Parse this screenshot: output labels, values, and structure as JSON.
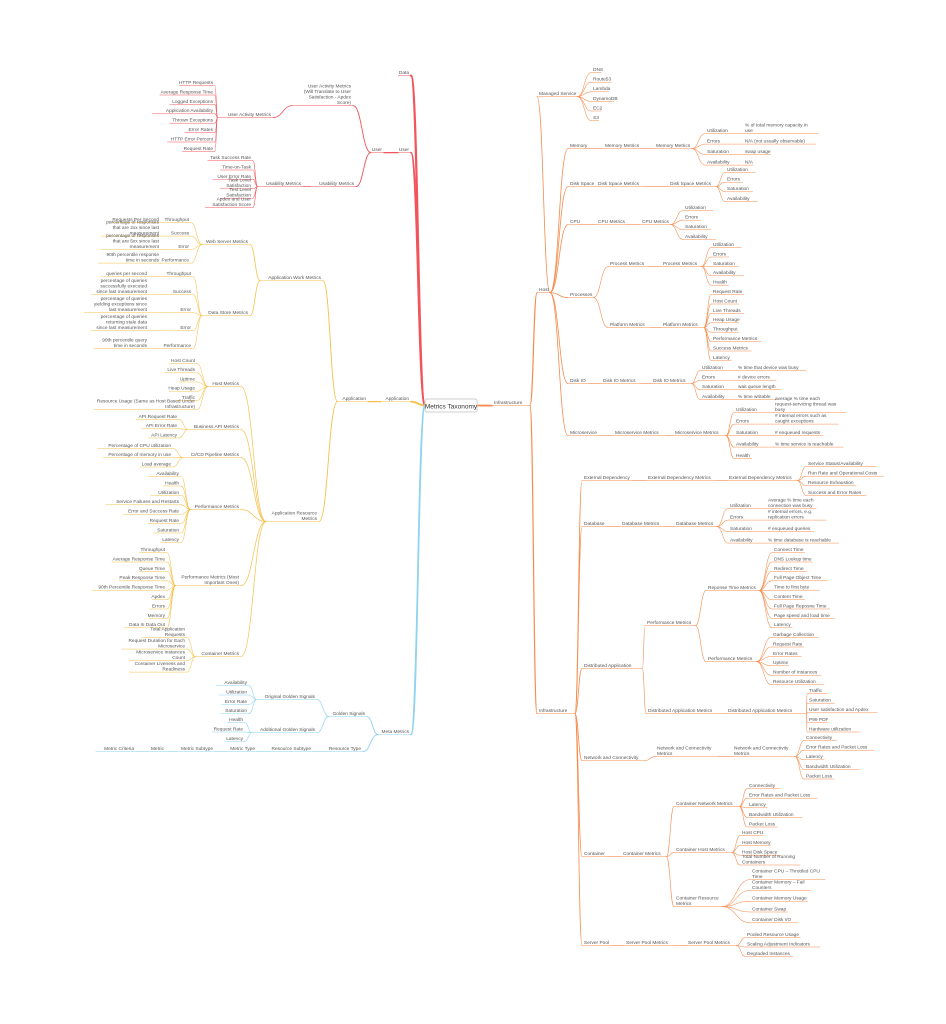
{
  "root": "Metrics Taxonomy",
  "colors": {
    "data": "#f2545b",
    "user": "#f2545b",
    "application": "#f6c04a",
    "meta": "#8fd3f0",
    "infrastructure": "#f58b4c",
    "text": "#555555",
    "root_border": "#cfcfcf"
  },
  "branches": {
    "data": "Data",
    "user": {
      "label": "User",
      "sub": "User",
      "activity": {
        "parent": "User Activity Metrics (Will Translate to User Satisfaction - Apdex Score)",
        "group": "User Activity Metrics",
        "items": [
          "HTTP Requests",
          "Average Response Time",
          "Logged Exceptions",
          "Application Availability",
          "Thrown Exceptions",
          "Error Rates",
          "HTTP Error Percent",
          "Request Rate"
        ]
      },
      "usability": {
        "group": "Usability Metrics",
        "sub": "Usability Metrics",
        "items": [
          "Task Success Rate",
          "Time-on-Task",
          "User Error Rate",
          "Task Level Satisfaction",
          "Test Level Satisfaction",
          "Apdex and User Satisfaction Score"
        ]
      }
    },
    "application": {
      "label": "Application",
      "sub": "Application",
      "work": {
        "label": "Application Work Metrics",
        "web": {
          "label": "Web Server Metrics",
          "rows": [
            {
              "k": "Throughput",
              "v": "Requests Per Second"
            },
            {
              "k": "Success",
              "v": "percentage of responses that are 2xx since last measurement"
            },
            {
              "k": "Error",
              "v": "percentage of responses that are 5xx since last measurement"
            },
            {
              "k": "Performance",
              "v": "90th percentile response time in seconds"
            }
          ]
        },
        "ds": {
          "label": "Data Store Metrics",
          "rows": [
            {
              "k": "Throughput",
              "v": "queries per second"
            },
            {
              "k": "Success",
              "v": "percentage of queries successfully executed since last measurement"
            },
            {
              "k": "Error",
              "v": "percentage of queries yielding exceptions since last measurement"
            },
            {
              "k": "Error",
              "v": "percentage of queries returning stale data since last measurement"
            },
            {
              "k": "Performance",
              "v": "90th percentile query time in seconds"
            }
          ]
        }
      },
      "resource": {
        "label": "Application Resource Metrics",
        "host": {
          "label": "Host Metrics",
          "items": [
            "Host Count",
            "Live Threads",
            "Uptime",
            "Heap Usage",
            "Traffic",
            "Resource Usage (Same as Host Based Under Infrastructure)"
          ]
        },
        "bapi": {
          "label": "Business API Metrics",
          "items": [
            "API Request Rate",
            "API Error Rate",
            "API Latency"
          ]
        },
        "cicd": {
          "label": "CI/CD Pipeline Metrics",
          "items": [
            "Percentage of CPU utilization",
            "Percentage of memory in use",
            "Load average"
          ]
        },
        "perf": {
          "label": "Performance Metrics",
          "items": [
            "Availability",
            "Health",
            "Utilization",
            "Service Failures and Restarts",
            "Error and Success Rate",
            "Request Rate",
            "Saturation",
            "Latency"
          ]
        },
        "perfm": {
          "label": "Performance Metrics (Most Important Ones)",
          "items": [
            "Throughput",
            "Average Response Time",
            "Queue Time",
            "Peak Response Time",
            "90th Percentile Response Time",
            "Apdex",
            "Errors",
            "Memory",
            "Data In Data Out"
          ]
        },
        "cont": {
          "label": "Container Metrics",
          "items": [
            "Total Application Requests",
            "Request Duration for Each Microservice",
            "Microservice Instances Count",
            "Container Liveness and Readiness"
          ]
        }
      }
    },
    "meta": {
      "label": "Meta Metrics",
      "golden": {
        "label": "Golden Signals",
        "original": {
          "label": "Original Golden Signals",
          "items": [
            "Availability",
            "Utilization",
            "Error Rate",
            "Saturation"
          ]
        },
        "additional": {
          "label": "Additional Golden Signals",
          "items": [
            "Health",
            "Request Rate",
            "Latency"
          ]
        }
      },
      "chain": [
        "Metric Criteria",
        "Metric",
        "Metric Subtype",
        "Metric Type",
        "Resource Subtype",
        "Resource Type"
      ]
    },
    "infrastructure": {
      "label": "Infrastructure",
      "host": {
        "label": "Host",
        "managed": {
          "label": "Managed Service",
          "items": [
            "DNS",
            "Route53",
            "Lambda",
            "DynamoDB",
            "EC2",
            "S3"
          ]
        },
        "memory": {
          "a": "Memory",
          "b": "Memory Metrics",
          "c": "Memory Metrics",
          "rows": [
            {
              "k": "Utilization",
              "v": "% of total memory capacity in use"
            },
            {
              "k": "Errors",
              "v": "N/A (not usually observable)"
            },
            {
              "k": "Saturation",
              "v": "swap usage"
            },
            {
              "k": "Availability",
              "v": "N/A"
            }
          ]
        },
        "disk": {
          "a": "Disk Space",
          "b": "Disk Space Metrics",
          "c": "Disk Space Metrics",
          "items": [
            "Utilization",
            "Errors",
            "Saturation",
            "Availability"
          ]
        },
        "cpu": {
          "a": "CPU",
          "b": "CPU Metrics",
          "c": "CPU Metrics",
          "items": [
            "Utilization",
            "Errors",
            "Saturation",
            "Availability"
          ]
        },
        "processes": {
          "label": "Processes",
          "process": {
            "b": "Process Metrics",
            "c": "Process Metrics",
            "items": [
              "Utilization",
              "Errors",
              "Saturation",
              "Availability",
              "Health"
            ]
          },
          "platform": {
            "b": "Platform Metrics",
            "c": "Platform Metrics",
            "items": [
              "Request Rate",
              "Host Count",
              "Live Threads",
              "Heap Usage",
              "Throughput",
              "Performance Metrics",
              "Success Metrics",
              "Latency"
            ]
          }
        },
        "diskio": {
          "a": "Disk IO",
          "b": "Disk IO Metrics",
          "c": "Disk IO Metrics",
          "rows": [
            {
              "k": "Utilization",
              "v": "% time that device was busy"
            },
            {
              "k": "Errors",
              "v": "# device errors"
            },
            {
              "k": "Saturation",
              "v": "wait queue length"
            },
            {
              "k": "Availability",
              "v": "% time writable"
            }
          ]
        },
        "micro": {
          "a": "Microservice",
          "b": "Microservice Metrics",
          "c": "Microservice Metrics",
          "rows": [
            {
              "k": "Utilization",
              "v": "average % time each request-servicing thread was busy"
            },
            {
              "k": "Errors",
              "v": "# internal errors such as caught exceptions"
            },
            {
              "k": "Saturation",
              "v": "# enqueued requests"
            },
            {
              "k": "Availability",
              "v": "% time service is reachable"
            },
            {
              "k": "Health",
              "v": ""
            }
          ]
        }
      },
      "infra": {
        "label": "Infrastructure",
        "external": {
          "a": "External Dependency",
          "b": "External Dependency Metrics",
          "c": "External Dependency Metrics",
          "items": [
            "Service Status/Availability",
            "Run Rate and Operational Costs",
            "Resource Exhaustion",
            "Success and Error Rates"
          ]
        },
        "database": {
          "a": "Database",
          "b": "Database Metrics",
          "c": "Database Metrics",
          "rows": [
            {
              "k": "Utilization",
              "v": "Average % time each connection was busy"
            },
            {
              "k": "Errors",
              "v": "# internal errors, e.g. replication errors"
            },
            {
              "k": "Saturation",
              "v": "# enqueued queries"
            },
            {
              "k": "Availability",
              "v": "% time database is reachable"
            }
          ]
        },
        "distributed": {
          "label": "Distributed Application",
          "perf": {
            "label": "Performance Metrics",
            "rt": {
              "label": "Reponse Time Metrics",
              "items": [
                "Connect Time",
                "DNS Lookup time",
                "Redirect Time",
                "Full Page Object Time",
                "Time to first byte",
                "Content Time",
                "Full Page Reposne Time",
                "Page speed and load time",
                "Latency"
              ]
            },
            "pm": {
              "label": "Performance Metrics",
              "items": [
                "Garbage Collection",
                "Request Rate",
                "Error Rates",
                "Uptime",
                "Number of Instances",
                "Resource Utilization"
              ]
            }
          },
          "dam": {
            "a": "Distributed Application Metrics",
            "b": "Distributed Application Metrics",
            "items": [
              "Traffic",
              "Saturation",
              "User satisfaction and Apdex",
              "P99 PDF",
              "Hardware utilization"
            ]
          }
        },
        "network": {
          "a": "Network and Connectivity",
          "b": "Network and Connectivity Metrics",
          "c": "Network and Connectivity Metrics",
          "items": [
            "Connectivity",
            "Error Rates and Packet Loss",
            "Latency",
            "Bandwidth Utilization",
            "Packet Loss"
          ]
        },
        "container": {
          "a": "Container",
          "b": "Container Metrics",
          "net": {
            "label": "Container Network Metrics",
            "items": [
              "Connectivity",
              "Error Rates and Packet Loss",
              "Latency",
              "Bandwidth Utilization",
              "Packet Loss"
            ]
          },
          "host": {
            "label": "Container Host Metrics",
            "items": [
              "Host CPU",
              "Host Memory",
              "Host Disk Space",
              "Total Number of Running Containers"
            ]
          },
          "res": {
            "label": "Container Resource Metrics",
            "items": [
              "Container CPU – Throttled CPU Time",
              "Container Memory – Fail Counters",
              "Container Memory Usage",
              "Container Swap",
              "Container Disk I/O"
            ]
          }
        },
        "pool": {
          "a": "Server Pool",
          "b": "Server Pool Metrics",
          "c": "Server Pool Metrics",
          "items": [
            "Pooled Resource Usage",
            "Scaling Adjustment Indicators",
            "Degraded Instances"
          ]
        }
      }
    }
  }
}
